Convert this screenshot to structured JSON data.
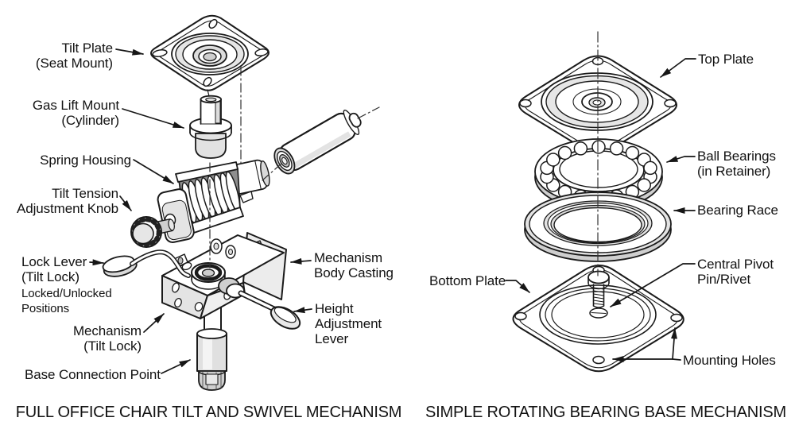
{
  "figure": {
    "left_panel": {
      "caption": "FULL OFFICE CHAIR TILT AND SWIVEL MECHANISM",
      "labels": {
        "tilt_plate": "Tilt Plate\n(Seat Mount)",
        "gas_lift_mount": "Gas Lift Mount\n(Cylinder)",
        "spring_housing": "Spring Housing",
        "tilt_tension_knob": "Tilt Tension\nAdjustment Knob",
        "lock_lever": "Lock Lever\n(Tilt Lock)",
        "lock_lever_note": "Locked/Unlocked\nPositions",
        "mechanism": "Mechanism\n(Tilt Lock)",
        "base_connection": "Base Connection Point",
        "mechanism_body": "Mechanism\nBody Casting",
        "height_lever": "Height\nAdjustment\nLever"
      }
    },
    "right_panel": {
      "caption": "SIMPLE ROTATING BEARING BASE MECHANISM",
      "labels": {
        "top_plate": "Top Plate",
        "ball_bearings": "Ball Bearings\n(in Retainer)",
        "bearing_race": "Bearing Race",
        "central_pivot": "Central Pivot\nPin/Rivet",
        "bottom_plate": "Bottom Plate",
        "mounting_holes": "Mounting Holes"
      }
    },
    "palette": {
      "ink": "#1a1a1a",
      "paper": "#ffffff",
      "shade_light": "#e6e6e6",
      "shade_mid": "#cfcfcf",
      "shade_dark": "#8f8f8f"
    }
  }
}
